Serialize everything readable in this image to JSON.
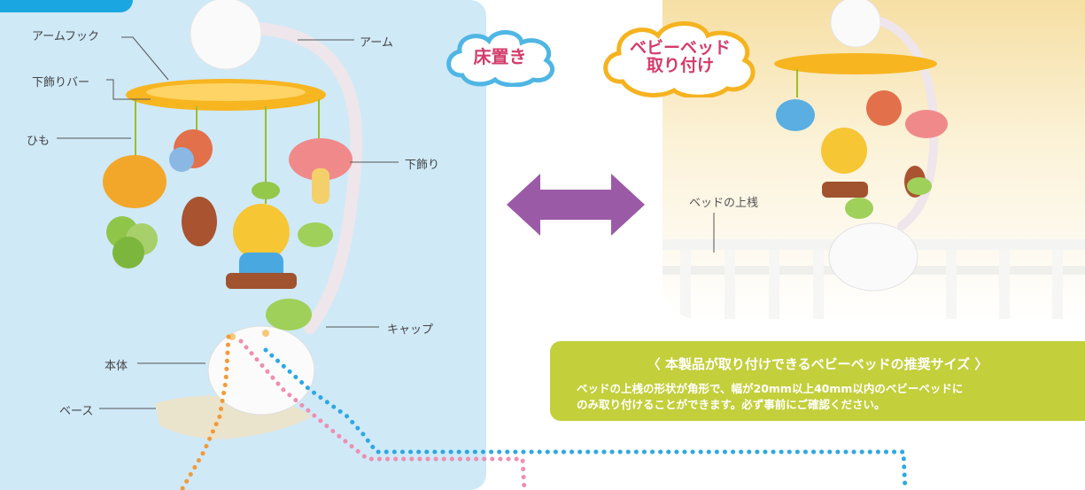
{
  "labels": {
    "arm_hook": "アームフック",
    "arm": "アーム",
    "lower_bar": "下飾りバー",
    "string": "ひも",
    "hanging_decoration": "下飾り",
    "cap": "キャップ",
    "main_body": "本体",
    "base": "ベース",
    "crib_rail": "ベッドの上桟"
  },
  "badges": {
    "floor": "床置き",
    "crib_line1": "ベビーベッド",
    "crib_line2": "取り付け"
  },
  "notice": {
    "title": "〈 本製品が取り付けできるベビーベッドの推奨サイズ 〉",
    "body_line1": "ベッドの上桟の形状が角形で、幅が20mm以上40mm以内のベビーベッドに",
    "body_line2": "のみ取り付けることができます。必ず事前にご確認ください。"
  },
  "colors": {
    "left_panel": "#cfe9f7",
    "accent_blue": "#1aa6e0",
    "arrow_purple": "#9b5aa6",
    "notice_green": "#c3cf3b",
    "badge_pink_text": "#d33c6a"
  },
  "icons": [
    "double-arrow-icon",
    "cloud-badge-icon"
  ]
}
